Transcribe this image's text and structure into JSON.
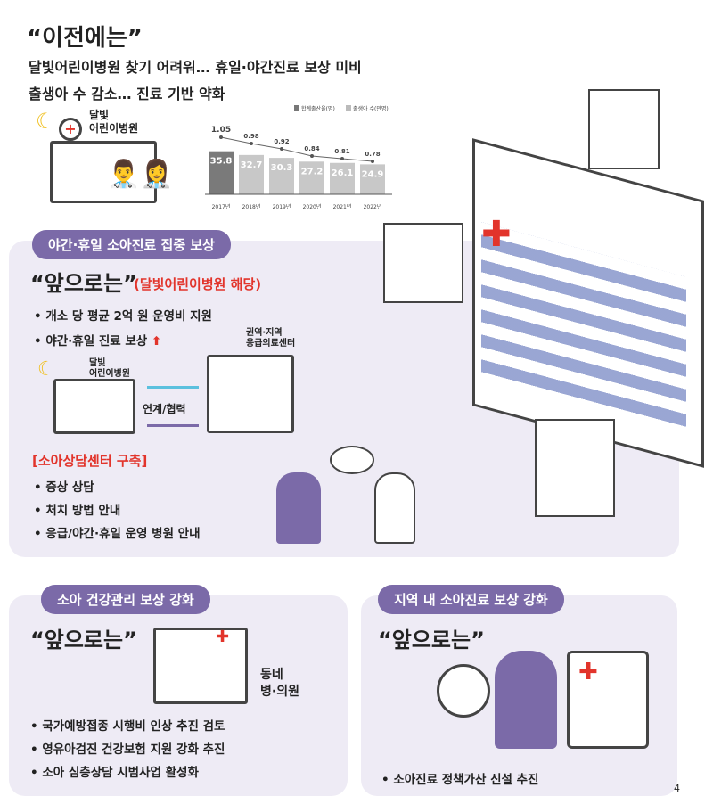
{
  "before": {
    "title": "“이전에는”",
    "line1": "달빛어린이병원 찾기 어려워… 휴일·야간진료 보상 미비",
    "line2": "출생아 수 감소… 진료 기반 약화",
    "hospital_label": "달빛\n어린이병원"
  },
  "chart_data": {
    "type": "bar",
    "categories": [
      "2017년",
      "2018년",
      "2019년",
      "2020년",
      "2021년",
      "2022년"
    ],
    "series": [
      {
        "name": "출생아 수(만명)",
        "type": "bar",
        "values": [
          35.8,
          32.7,
          30.3,
          27.2,
          26.1,
          24.9
        ]
      },
      {
        "name": "합계출산율(명)",
        "type": "line",
        "values": [
          1.05,
          0.98,
          0.92,
          0.84,
          0.81,
          0.78
        ]
      }
    ],
    "legend": [
      "합계출산율(명)",
      "출생아 수(만명)"
    ],
    "legend_position": "top-right",
    "ylim": [
      0,
      40
    ]
  },
  "section1": {
    "tag": "야간·휴일 소아진료 집중 보상",
    "quote": "“앞으로는”",
    "quote_note": "(달빛어린이병원 해당)",
    "bullets": [
      "• 개소 당 평균 2억 원 운영비 지원",
      "• 야간·휴일 진료 보상"
    ],
    "left_label": "달빛\n어린이병원",
    "right_label": "권역·지역\n응급의료센터",
    "link_label": "연계/협력",
    "center_title": "[소아상담센터 구축]",
    "center_bullets": [
      "• 증상 상담",
      "• 처치 방법 안내",
      "• 응급/야간·휴일 운영 병원 안내"
    ]
  },
  "section2": {
    "tag": "소아 건강관리 보상 강화",
    "quote": "“앞으로는”",
    "clinic_label": "동네\n병·의원",
    "bullets": [
      "• 국가예방접종 시행비 인상 추진 검토",
      "• 영유아검진 건강보험 지원 강화 추진",
      "• 소아 심층상담 시범사업 활성화"
    ]
  },
  "section3": {
    "tag": "지역 내 소아진료 보상 강화",
    "quote": "“앞으로는”",
    "bullets": [
      "• 소아진료 정책가산 신설 추진"
    ]
  },
  "page_number": "4",
  "colors": {
    "accent": "#7b6aa8",
    "red": "#e2342b",
    "panel": "#eeebf5",
    "teal": "#2f8c8c"
  }
}
